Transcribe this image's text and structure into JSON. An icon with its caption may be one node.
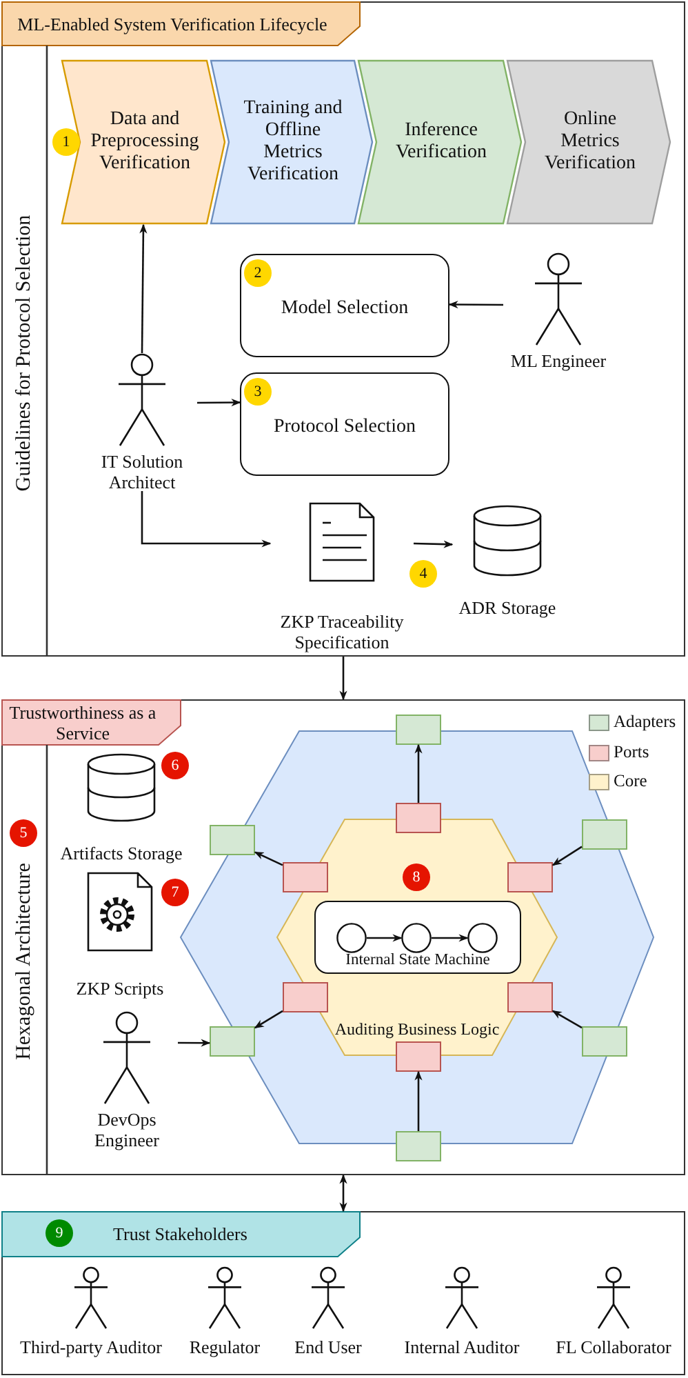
{
  "diagram": {
    "nodes": [
      {
        "text": [
          "ML-Enabled System Verification Lifecycle",
          "Guidelines for Protocol Selection"
        ]
      },
      {
        "text": [
          "Data and Preprocessing Verification"
        ],
        "in": 0
      },
      {
        "text": [
          "Training and Offline Metrics Verification"
        ],
        "in": 0
      },
      {
        "text": [
          "Inference Verification"
        ],
        "in": 0
      },
      {
        "text": [
          "Online Metrics Verification"
        ],
        "in": 0
      },
      {
        "text": [
          "1"
        ],
        "in": 0
      },
      {
        "text": [
          "Model Selection"
        ],
        "in": 0
      },
      {
        "text": [
          "2"
        ],
        "in": 6
      },
      {
        "text": [
          "ML Engineer"
        ],
        "in": 0
      },
      {
        "text": [
          "IT Solution Architect"
        ],
        "in": 0
      },
      {
        "text": [
          "Protocol Selection"
        ],
        "in": 0
      },
      {
        "text": [
          "3"
        ],
        "in": 10
      },
      {
        "text": [
          "ZKP Traceability Specification"
        ],
        "in": 0
      },
      {
        "text": [
          "4"
        ],
        "in": 0
      },
      {
        "text": [
          "ADR Storage"
        ],
        "in": 0
      },
      {
        "text": [
          "Trustworthiness as a Service",
          "Hexagonal Architecture"
        ]
      },
      {
        "text": [
          "5"
        ],
        "in": 15
      },
      {
        "text": [
          "Artifacts Storage"
        ],
        "in": 15
      },
      {
        "text": [
          "6"
        ],
        "in": 15
      },
      {
        "text": [
          "ZKP Scripts"
        ],
        "in": 15
      },
      {
        "text": [
          "7"
        ],
        "in": 15
      },
      {
        "text": [
          "DevOps Engineer"
        ],
        "in": 15
      },
      {
        "text": [],
        "shape": "hexagon",
        "in": 15
      },
      {
        "text": [
          "Auditing Business Logic"
        ],
        "in": 22
      },
      {
        "text": [
          "8"
        ],
        "in": 23
      },
      {
        "text": [
          "Internal State Machine"
        ],
        "in": 23
      },
      {
        "text": [],
        "shape": "circle",
        "in": 25
      },
      {
        "text": [],
        "shape": "circle",
        "in": 25
      },
      {
        "text": [],
        "shape": "circle",
        "in": 25
      },
      {
        "text": [],
        "shape": "box",
        "in": 22
      },
      {
        "text": [],
        "shape": "box",
        "in": 22
      },
      {
        "text": [],
        "shape": "box",
        "in": 22
      },
      {
        "text": [],
        "shape": "box",
        "in": 22
      },
      {
        "text": [],
        "shape": "box",
        "in": 22
      },
      {
        "text": [],
        "shape": "box",
        "in": 22
      },
      {
        "text": [],
        "shape": "box",
        "in": 15
      },
      {
        "text": [],
        "shape": "box",
        "in": 15
      },
      {
        "text": [],
        "shape": "box",
        "in": 22
      },
      {
        "text": [],
        "shape": "box",
        "in": 15
      },
      {
        "text": [],
        "shape": "box",
        "in": 22
      },
      {
        "text": [],
        "shape": "box",
        "in": 15
      },
      {
        "text": [
          "Trust Stakeholders"
        ]
      },
      {
        "text": [
          "9"
        ],
        "in": 41
      },
      {
        "text": [
          "Third-party Auditor"
        ],
        "in": 41
      },
      {
        "text": [
          "Regulator"
        ],
        "in": 41
      },
      {
        "text": [
          "End User"
        ],
        "in": 41
      },
      {
        "text": [
          "Internal Auditor"
        ],
        "in": 41
      },
      {
        "text": [
          "FL Collaborator"
        ],
        "in": 41
      }
    ],
    "edges": [
      {
        "from": 9,
        "to": 1,
        "arrow": "to"
      },
      {
        "from": 8,
        "to": 6,
        "arrow": "to"
      },
      {
        "from": 9,
        "to": 10,
        "arrow": "to"
      },
      {
        "from": 9,
        "to": 12,
        "arrow": "to"
      },
      {
        "from": 12,
        "to": 14,
        "arrow": "to"
      },
      {
        "from": 0,
        "to": 15,
        "arrow": "to"
      },
      {
        "from": 26,
        "to": 27,
        "arrow": "to"
      },
      {
        "from": 27,
        "to": 28,
        "arrow": "to"
      },
      {
        "from": 29,
        "to": 35,
        "arrow": "to"
      },
      {
        "from": 30,
        "to": 36,
        "arrow": "to"
      },
      {
        "from": 37,
        "to": 31,
        "arrow": "to"
      },
      {
        "from": 32,
        "to": 38,
        "arrow": "to"
      },
      {
        "from": 39,
        "to": 33,
        "arrow": "to"
      },
      {
        "from": 40,
        "to": 34,
        "arrow": "to"
      },
      {
        "from": 21,
        "to": 38,
        "arrow": "to"
      },
      {
        "from": 15,
        "to": 41,
        "arrow": "both"
      }
    ],
    "legend": [
      {
        "text": "Adapters",
        "color": "#d5e8d4"
      },
      {
        "text": "Ports",
        "color": "#f8cecc"
      },
      {
        "text": "Core",
        "color": "#fff2cc"
      }
    ]
  }
}
